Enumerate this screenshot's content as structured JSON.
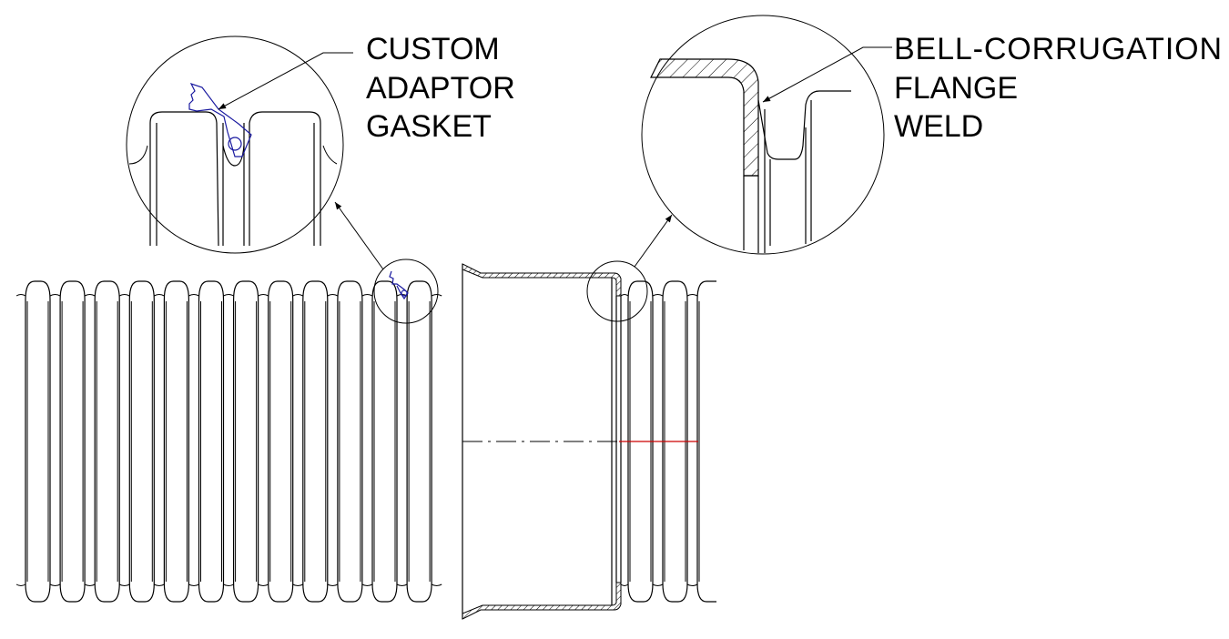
{
  "callouts": {
    "gasket": {
      "lines": [
        "CUSTOM",
        "ADAPTOR",
        "GASKET"
      ]
    },
    "weld": {
      "lines": [
        "BELL-CORRUGATION",
        "FLANGE",
        "WELD"
      ]
    }
  },
  "colors": {
    "line": "#000000",
    "gasket": "#1a1aa0",
    "centerline_highlight": "#cc0000",
    "background": "#ffffff"
  },
  "components": {
    "corrugated_pipe_corrugations": 12,
    "bell_side_corrugations": 3
  }
}
